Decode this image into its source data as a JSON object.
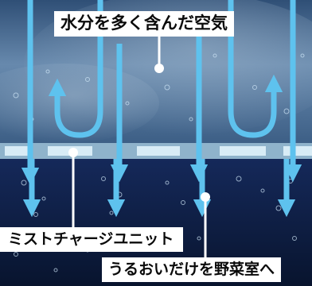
{
  "labels": {
    "air": "水分を多く含んだ空気",
    "mist_unit": "ミストチャージユニット",
    "destination": "うるおいだけを野菜室へ"
  },
  "colors": {
    "upper_bg": "#5b7da1",
    "lower_bg": "#0d1f45",
    "arrow": "#5ec2ee",
    "unit_bar": "#9fc3d9",
    "unit_slot": "#d8ecf6",
    "pointer": "#ffffff"
  }
}
